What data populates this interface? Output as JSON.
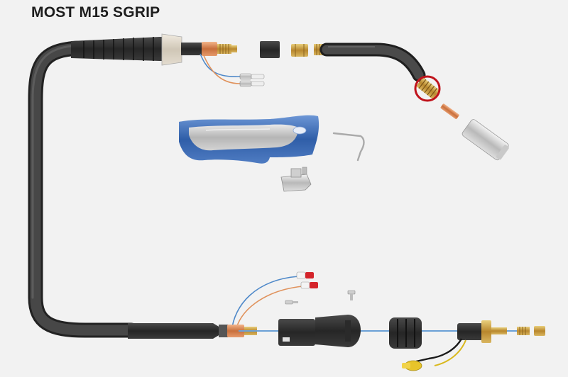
{
  "title": "MOST M15 SGRIP",
  "colors": {
    "background": "#f2f2f2",
    "cable": "#3c3c3c",
    "handle_blue": "#3f6fb8",
    "brass": "#c8a24a",
    "copper": "#d98a55",
    "highlight_ring": "#c0141c"
  },
  "parts": [
    "torch-cable",
    "torch-handle-grip",
    "rear-connector",
    "neck-insulator",
    "neck-nut",
    "swan-neck",
    "highlighted-part",
    "contact-tip",
    "gas-nozzle",
    "handle-shell",
    "trigger-spring",
    "trigger-switch",
    "screw",
    "central-adapter-housing",
    "union-nut",
    "euro-connector-plug",
    "control-wire-plug"
  ]
}
